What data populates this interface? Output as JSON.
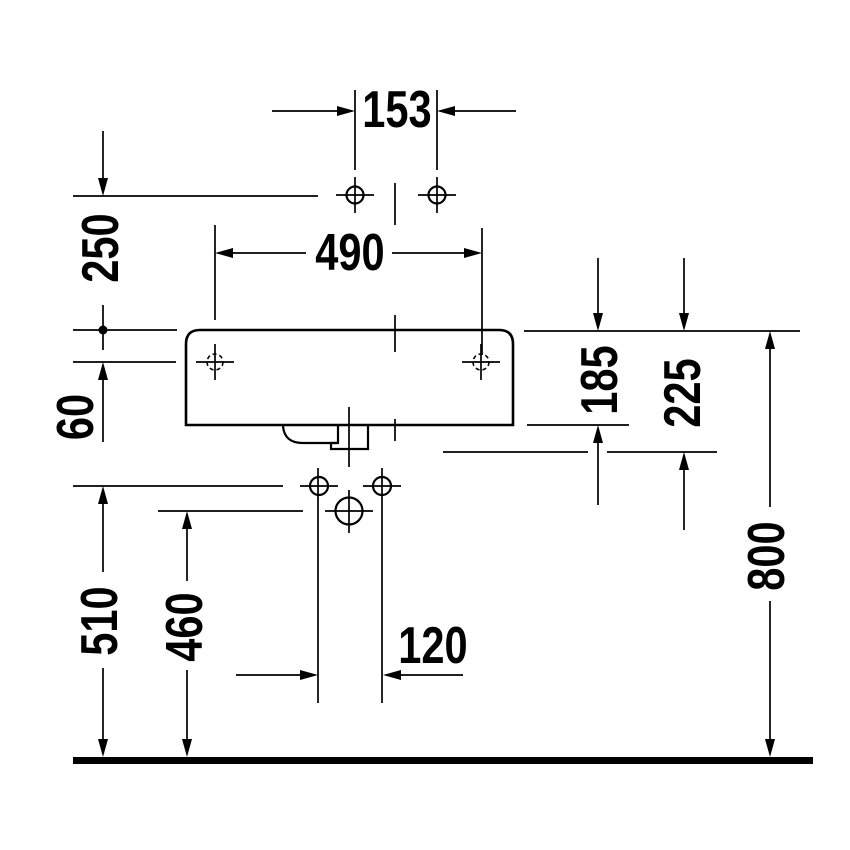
{
  "colors": {
    "background": "#ffffff",
    "line": "#000000"
  },
  "dimensions": {
    "faucet_hole_spacing": "153",
    "fixing_hole_spacing": "490",
    "faucet_holes_to_rim": "250",
    "rim_to_side_fixing_holes": "60",
    "rim_to_basin_bottom": "185",
    "rim_to_drain_outlet": "225",
    "rim_height_above_floor": "800",
    "bracket_holes_height": "510",
    "drain_center_height": "460",
    "bracket_hole_spacing": "120"
  }
}
